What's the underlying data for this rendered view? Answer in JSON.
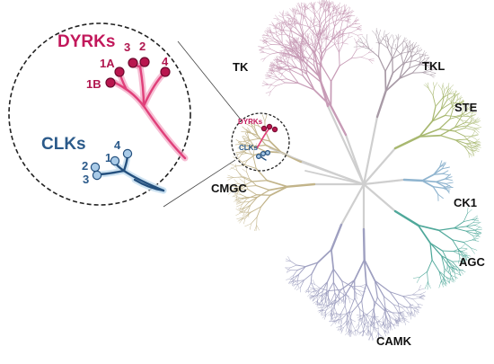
{
  "groups": {
    "tk": "TK",
    "tkl": "TKL",
    "ste": "STE",
    "ck1": "CK1",
    "agc": "AGC",
    "camk": "CAMK",
    "cmgc": "CMGC"
  },
  "inset": {
    "dyrks": "DYRKs",
    "clks": "CLKs"
  },
  "zoom": {
    "dyrks": {
      "title": "DYRKs",
      "labels": {
        "a": "1A",
        "b": "1B",
        "c": "3",
        "d": "2",
        "e": "4"
      }
    },
    "clks": {
      "title": "CLKs",
      "labels": {
        "a": "1",
        "b": "2",
        "c": "3",
        "d": "4"
      }
    }
  },
  "colors": {
    "tk": "#c79bb6",
    "tkl": "#a89aa6",
    "ste": "#a8b870",
    "ck1": "#8fb4cf",
    "agc": "#4fa89a",
    "camk": "#9e9fc0",
    "cmgc": "#c2b48a",
    "core": "#cfcfcf",
    "dyrk": "#e0407a",
    "dyrk_glow": "#f3a9c6",
    "clk": "#24507e",
    "clk_glow": "#c8dff0",
    "node_fill_dyrk": "#b8164e",
    "node_fill_clk": "#a9cbe8"
  }
}
